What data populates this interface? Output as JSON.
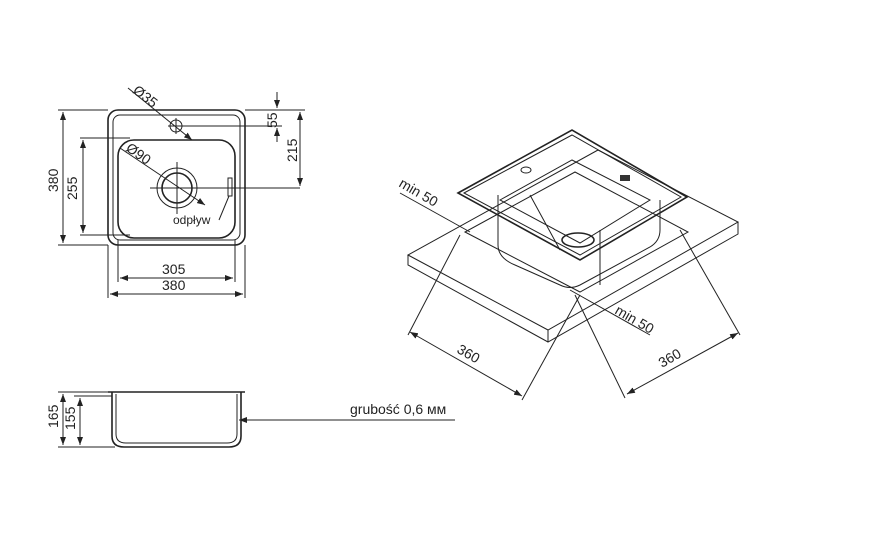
{
  "top_view": {
    "tap_hole_diameter": "Ø35",
    "drain_diameter": "Ø90",
    "drain_label": "odpływ",
    "overall_height": "380",
    "bowl_height": "255",
    "overall_width": "380",
    "bowl_width": "305",
    "tap_offset": "55",
    "drain_offset": "215"
  },
  "side_view": {
    "overall_depth": "165",
    "bowl_depth": "155",
    "thickness_label": "grubość 0,6 мм"
  },
  "iso_view": {
    "margin_left": "min 50",
    "margin_right": "min 50",
    "cutout_left": "360",
    "cutout_right": "360"
  }
}
